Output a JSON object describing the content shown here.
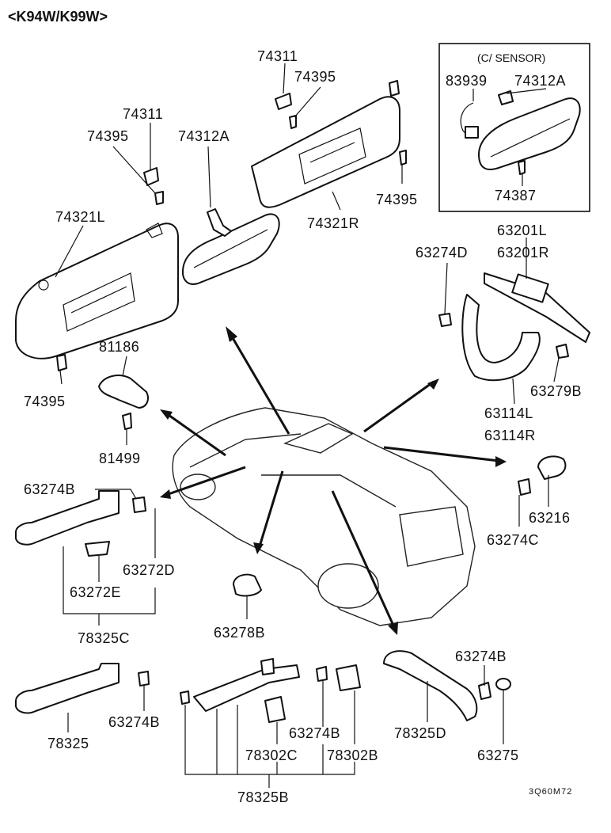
{
  "title": "<K94W/K99W>",
  "sensor_box_label": "(C/ SENSOR)",
  "diagram_code": "3Q60M72",
  "labels": {
    "p74311_a": "74311",
    "p74395_a": "74395",
    "p74311_b": "74311",
    "p74395_b": "74395",
    "p74312A_a": "74312A",
    "p74321L": "74321L",
    "p74395_c": "74395",
    "p74321R": "74321R",
    "p74395_d": "74395",
    "p83939": "83939",
    "p74312A_b": "74312A",
    "p74387": "74387",
    "p63201L": "63201L",
    "p63201R": "63201R",
    "p63274D": "63274D",
    "p63279B": "63279B",
    "p63114L": "63114L",
    "p63114R": "63114R",
    "p81186": "81186",
    "p81499": "81499",
    "p63274B_a": "63274B",
    "p63272D": "63272D",
    "p63272E": "63272E",
    "p78325C": "78325C",
    "p63278B": "63278B",
    "p63216": "63216",
    "p63274C": "63274C",
    "p63274B_b": "63274B",
    "p78325": "78325",
    "p63274B_c": "63274B",
    "p78302C": "78302C",
    "p78302B": "78302B",
    "p78325B": "78325B",
    "p63274B_d": "63274B",
    "p78325D": "78325D",
    "p63275": "63275"
  }
}
